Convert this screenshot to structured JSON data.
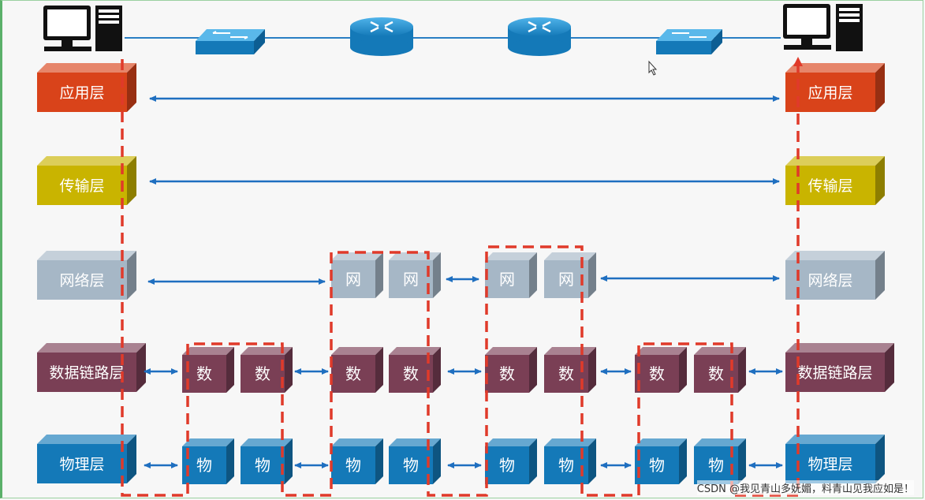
{
  "layers": {
    "application": "应用层",
    "transport": "传输层",
    "network": "网络层",
    "datalink": "数据链路层",
    "physical": "物理层"
  },
  "short": {
    "network": "网",
    "datalink": "数",
    "physical": "物"
  },
  "colors": {
    "application": "#d9431a",
    "transport": "#c9b400",
    "network": "#a6b7c6",
    "datalink": "#7a3f55",
    "physical": "#1479b8",
    "arrow": "#1f6fc0",
    "dash": "#e03a2a"
  },
  "icons": [
    "computer-icon",
    "switch-icon",
    "router-icon",
    "router-icon",
    "switch-icon",
    "computer-icon"
  ],
  "watermark": "CSDN @我见青山多妩媚，料青山见我应如是！"
}
